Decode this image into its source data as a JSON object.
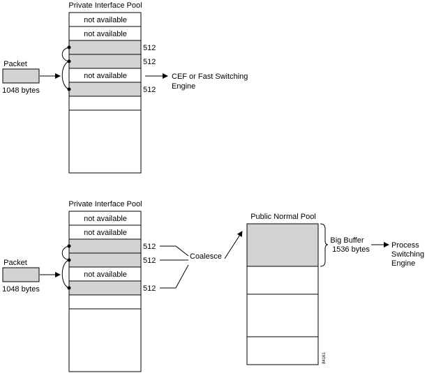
{
  "top": {
    "pool_title": "Private Interface Pool",
    "rows": [
      "not available",
      "not available",
      "",
      "",
      "not available",
      "",
      "",
      ""
    ],
    "row_labels": [
      "",
      "",
      "512",
      "512",
      "",
      "512",
      "",
      ""
    ],
    "packet_label": "Packet",
    "packet_size": "1048 bytes",
    "engine_line1": "CEF or Fast Switching",
    "engine_line2": "Engine"
  },
  "bottom": {
    "pool_title": "Private Interface Pool",
    "rows": [
      "not available",
      "not available",
      "",
      "",
      "not available",
      "",
      "",
      ""
    ],
    "row_labels": [
      "",
      "",
      "512",
      "512",
      "",
      "512",
      "",
      ""
    ],
    "packet_label": "Packet",
    "packet_size": "1048 bytes",
    "coalesce": "Coalesce",
    "public_pool_title": "Public Normal Pool",
    "big_buffer_line1": "Big Buffer",
    "big_buffer_line2": "1536 bytes",
    "process_line1": "Process",
    "process_line2": "Switching",
    "process_line3": "Engine"
  },
  "figure_id": "84161",
  "colors": {
    "filled": "#d3d3d3",
    "stroke": "#000000",
    "empty": "#ffffff"
  }
}
